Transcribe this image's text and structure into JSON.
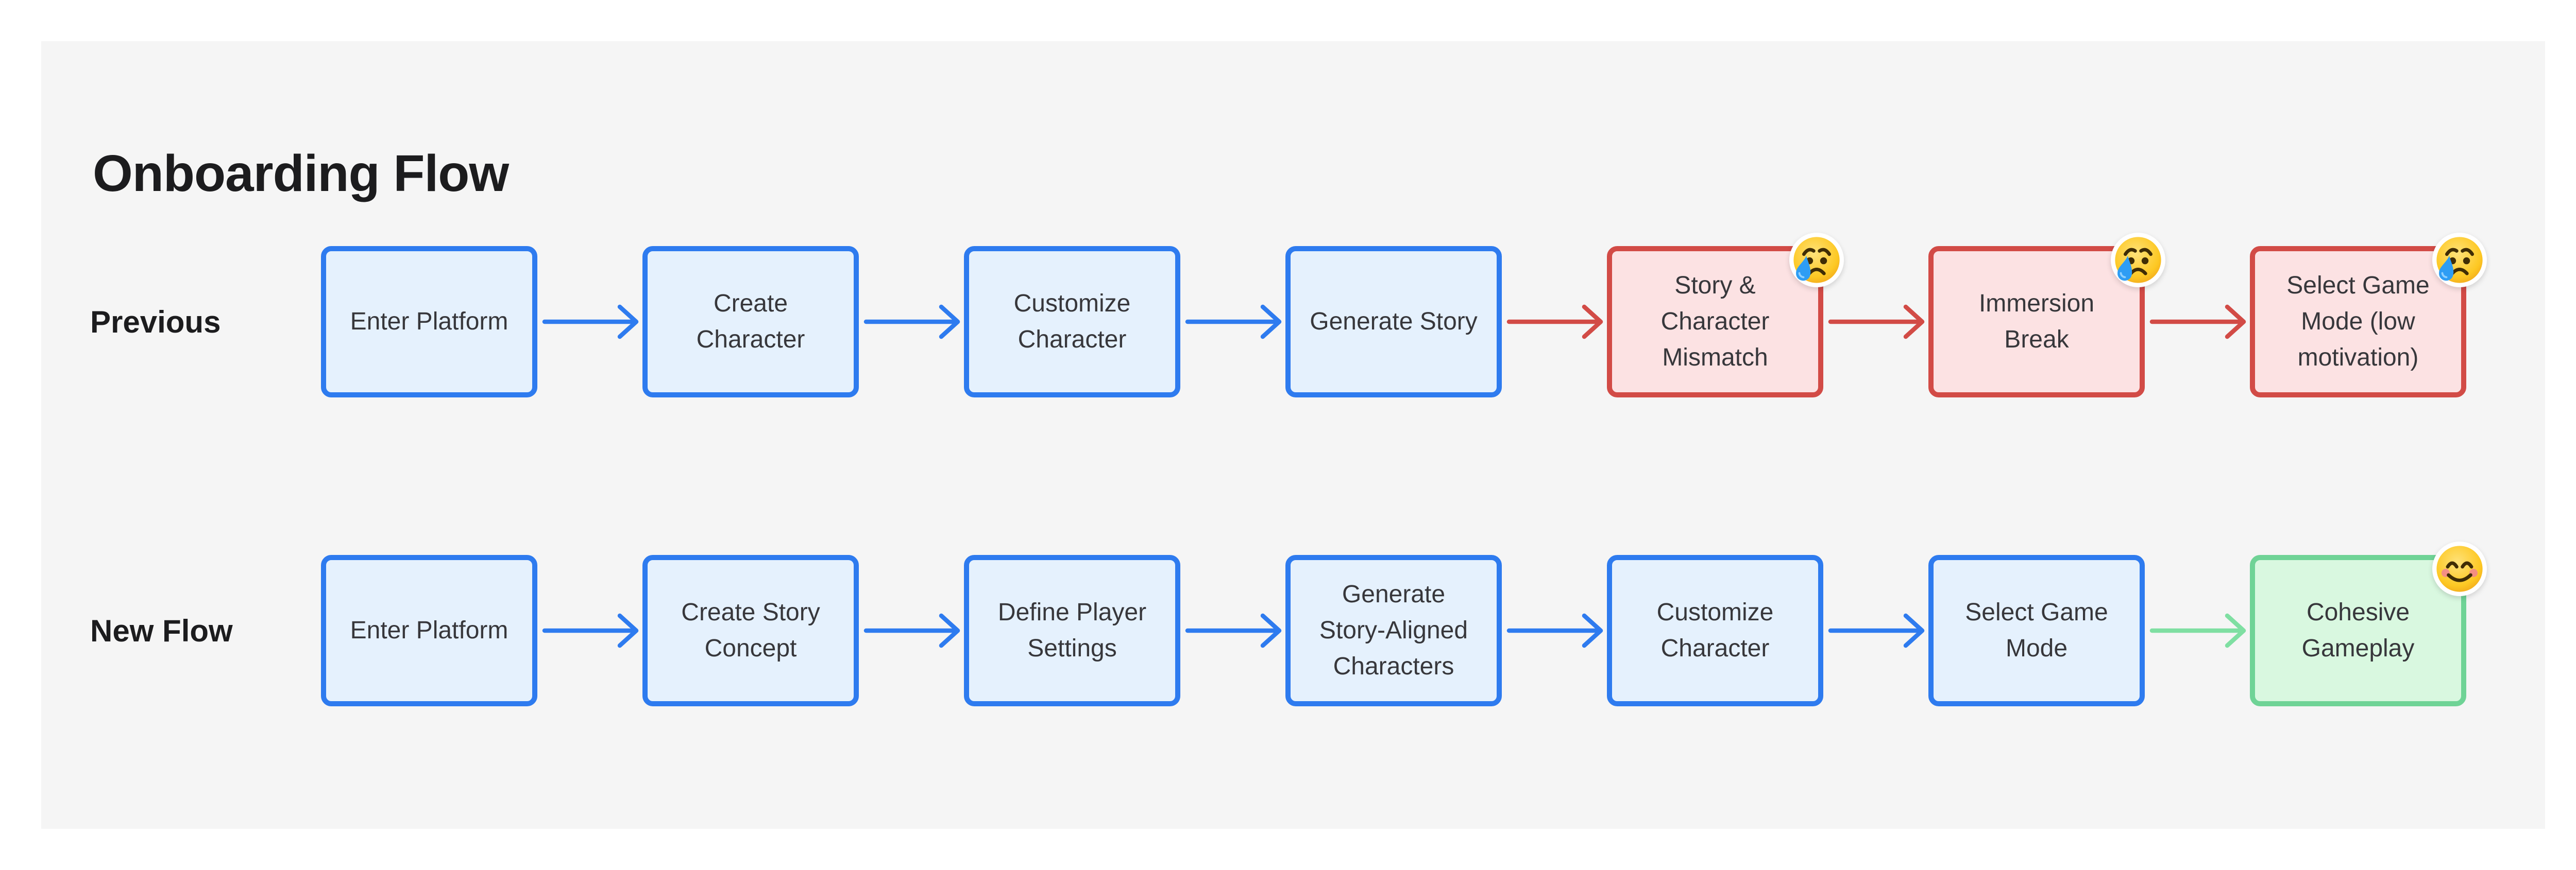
{
  "title": "Onboarding Flow",
  "colors": {
    "page_bg": "#ffffff",
    "panel_bg": "#f5f5f5",
    "blue_border": "#2e7bef",
    "blue_fill": "#e5f1fd",
    "red_border": "#d24b46",
    "red_fill": "#fce2e3",
    "green_border": "#6fd396",
    "green_fill": "#d9f8e0",
    "arrow_blue": "#2e7bef",
    "arrow_red": "#d24b46",
    "arrow_green": "#7fdfa2",
    "heading_text": "#1c1c1e",
    "node_text": "#37373b"
  },
  "rows": [
    {
      "label": "Previous",
      "steps": [
        {
          "label": "Enter Platform",
          "type": "blue"
        },
        {
          "label": "Create\nCharacter",
          "type": "blue"
        },
        {
          "label": "Customize\nCharacter",
          "type": "blue"
        },
        {
          "label": "Generate Story",
          "type": "blue"
        },
        {
          "label": "Story &\nCharacter\nMismatch",
          "type": "red",
          "emoji": "crying-face"
        },
        {
          "label": "Immersion\nBreak",
          "type": "red",
          "emoji": "crying-face"
        },
        {
          "label": "Select Game\nMode (low\nmotivation)",
          "type": "red",
          "emoji": "crying-face"
        }
      ],
      "arrows": [
        "blue",
        "blue",
        "blue",
        "red",
        "red",
        "red"
      ]
    },
    {
      "label": "New Flow",
      "steps": [
        {
          "label": "Enter Platform",
          "type": "blue"
        },
        {
          "label": "Create Story\nConcept",
          "type": "blue"
        },
        {
          "label": "Define Player\nSettings",
          "type": "blue"
        },
        {
          "label": "Generate\nStory-Aligned\nCharacters",
          "type": "blue"
        },
        {
          "label": "Customize\nCharacter",
          "type": "blue"
        },
        {
          "label": "Select Game\nMode",
          "type": "blue"
        },
        {
          "label": "Cohesive\nGameplay",
          "type": "green",
          "emoji": "smiling-face"
        }
      ],
      "arrows": [
        "blue",
        "blue",
        "blue",
        "blue",
        "blue",
        "green"
      ]
    }
  ]
}
